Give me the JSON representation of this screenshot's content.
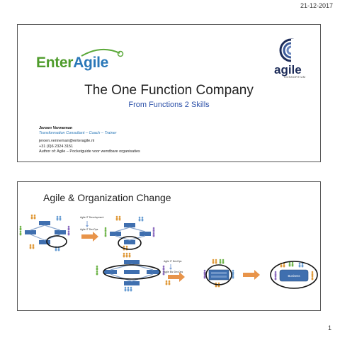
{
  "header": {
    "date": "21-12-2017"
  },
  "footer": {
    "page_number": "1"
  },
  "slide1": {
    "logo_left": {
      "part1": "Enter",
      "part2": "Agile"
    },
    "logo_right": {
      "name": "agile",
      "sub": "CONSORTIUM"
    },
    "title": "The One Function Company",
    "subtitle": "From Functions 2 Skills",
    "author": {
      "name": "Jeroen Venneman",
      "role": "Transformation Consultant – Coach – Trainer",
      "email": "jeroen.venneman@enteragile.nl",
      "phone": "+31 (0)6 2324 3151",
      "book": "Author of: Agile – Pocketguide voor wendbare organisaties"
    }
  },
  "slide2": {
    "title": "Agile & Organization Change",
    "labels": {
      "l1": "Agile IT Development",
      "l2": "Agile IT DevOps",
      "l3": "Agile IT DevOps",
      "l4": "Agile Biz DevOps",
      "business": "Business"
    },
    "colors": {
      "node": "#3f6faf",
      "arrow": "#e8944a",
      "ring": "#111111"
    }
  }
}
